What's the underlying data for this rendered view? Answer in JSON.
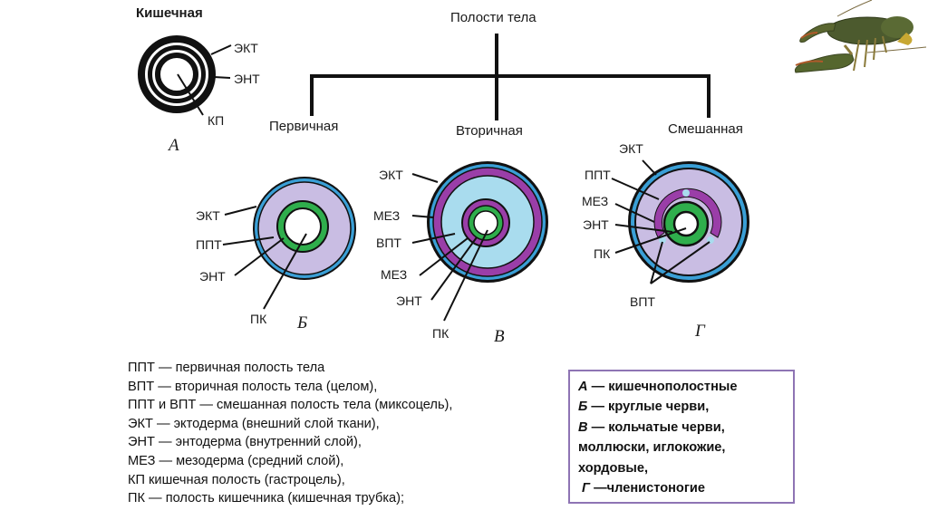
{
  "tree": {
    "root": "Полости тела",
    "branches": [
      "Первичная",
      "Вторичная",
      "Смешанная"
    ]
  },
  "figures": {
    "A": {
      "title": "Кишечная",
      "letter": "А",
      "labels": [
        "ЭКТ",
        "ЭНТ",
        "КП"
      ]
    },
    "B": {
      "letter": "Б",
      "labels": [
        "ЭКТ",
        "ППТ",
        "ЭНТ",
        "ПК"
      ]
    },
    "V": {
      "letter": "В",
      "labels": [
        "ЭКТ",
        "МЕЗ",
        "ВПТ",
        "МЕЗ",
        "ЭНТ",
        "ПК"
      ]
    },
    "G": {
      "letter": "Г",
      "labels": [
        "ЭКТ",
        "ППТ",
        "МЕЗ",
        "ЭНТ",
        "ПК",
        "ВПТ"
      ]
    }
  },
  "colors": {
    "ectoderm": "#3a9fd6",
    "primary_cavity": "#c9bde3",
    "secondary_cavity": "#a9dcee",
    "mesoderm": "#9a3ea8",
    "endoderm": "#2fae4c",
    "outline": "#111111",
    "legend_border": "#8e74b4"
  },
  "legend_abbreviations": [
    "ППТ — первичная полость тела",
    "ВПТ — вторичная полость тела (целом),",
    "ППТ и ВПТ — смешанная полость тела (миксоцель),",
    "ЭКТ — эктодерма (внешний слой ткани),",
    "ЭНТ — энтодерма (внутренний слой),",
    "МЕЗ — мезодерма (средний слой),",
    "КП кишечная полость (гастроцель),",
    "ПК — полость кишечника (кишечная трубка);"
  ],
  "legend_groups": [
    {
      "key": "А",
      "text": " — кишечнополостные"
    },
    {
      "key": "Б",
      "text": " — круглые черви,"
    },
    {
      "key": "В",
      "text": " — кольчатые черви,"
    },
    {
      "key": "",
      "text": "моллюски, иглокожие,"
    },
    {
      "key": "",
      "text": "хордовые,"
    },
    {
      "key": " Г",
      "text": " —членистоногие"
    }
  ],
  "image": {
    "icon": "crayfish-illustration"
  }
}
